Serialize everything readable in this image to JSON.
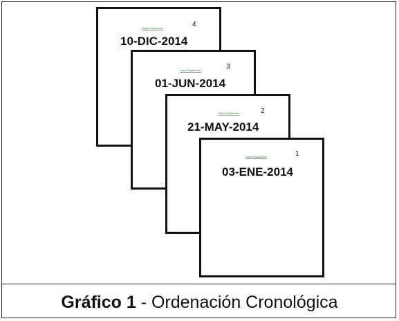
{
  "pages": [
    {
      "order": "4",
      "logo": "SuperVigilancia",
      "date": "10-DIC-2014"
    },
    {
      "order": "3",
      "logo": "SuperVigilancia",
      "date": "01-JUN-2014"
    },
    {
      "order": "2",
      "logo": "SuperVigilancia",
      "date": "21-MAY-2014"
    },
    {
      "order": "1",
      "logo": "SuperVigilancia",
      "date": "03-ENE-2014"
    }
  ],
  "caption": {
    "label": "Gráfico 1",
    "text": " - Ordenación Cronológica"
  }
}
